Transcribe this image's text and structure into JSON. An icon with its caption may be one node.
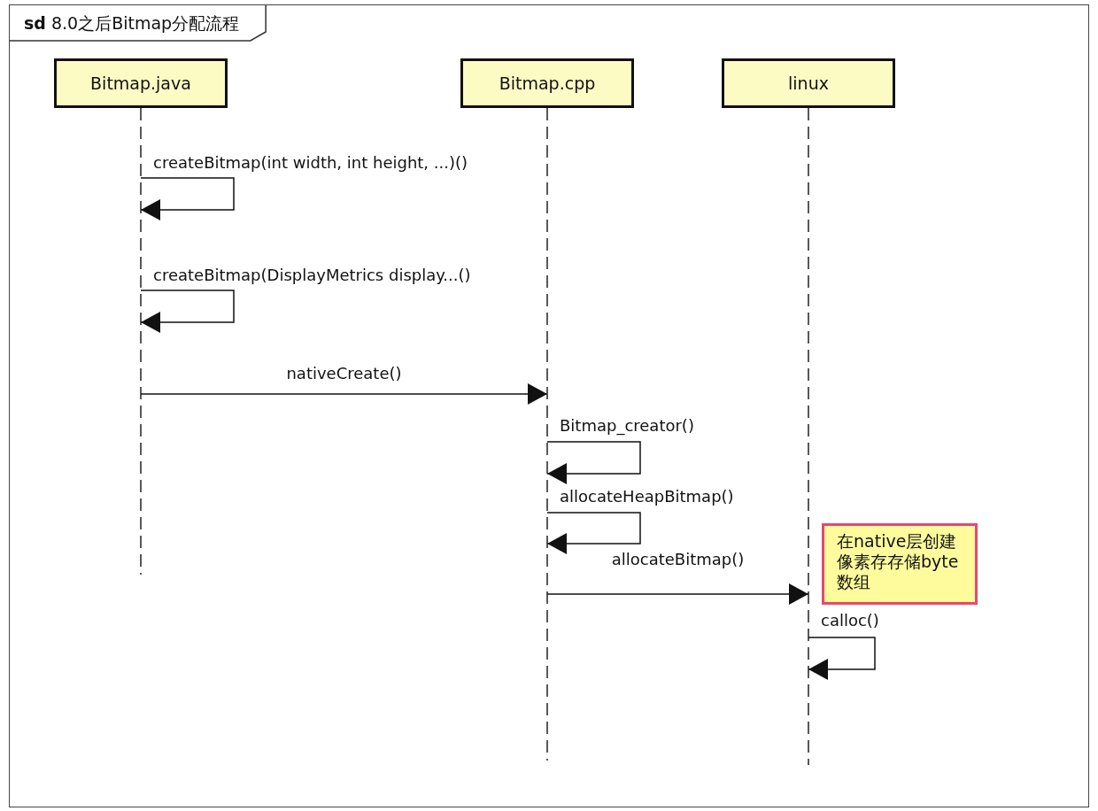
{
  "diagram": {
    "nodes": [
      {
        "text": [
          "**sd** 8.0之后Bitmap分配流程"
        ]
      },
      {
        "text": [
          "Bitmap.java"
        ],
        "in": 0
      },
      {
        "text": [
          "Bitmap.cpp"
        ],
        "in": 0
      },
      {
        "text": [
          "linux"
        ],
        "in": 0
      },
      {
        "text": [
          "在native层创建像素存存储byte数组"
        ],
        "in": 0
      }
    ],
    "edges": [
      {
        "from": 1,
        "to": 1,
        "arrow": "to",
        "label": "createBitmap(int width, int height, ...)()"
      },
      {
        "from": 1,
        "to": 1,
        "arrow": "to",
        "label": "createBitmap(DisplayMetrics display...()"
      },
      {
        "from": 1,
        "to": 2,
        "arrow": "to",
        "label": "nativeCreate()"
      },
      {
        "from": 2,
        "to": 2,
        "arrow": "to",
        "label": "Bitmap_creator()"
      },
      {
        "from": 2,
        "to": 2,
        "arrow": "to",
        "label": "allocateHeapBitmap()"
      },
      {
        "from": 2,
        "to": 3,
        "arrow": "to",
        "label": "allocateBitmap()"
      },
      {
        "from": 3,
        "to": 3,
        "arrow": "to",
        "label": "calloc()"
      }
    ]
  }
}
